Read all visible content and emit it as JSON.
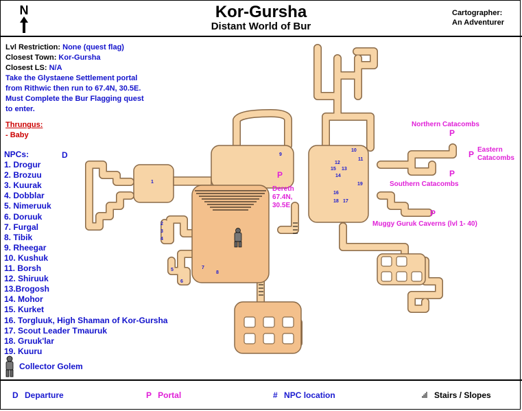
{
  "header": {
    "title": "Kor-Gursha",
    "subtitle": "Distant World of Bur",
    "north_label": "N",
    "cartographer_label": "Cartographer:",
    "cartographer_name": "An Adventurer"
  },
  "info": {
    "lvl_label": "Lvl Restriction:",
    "lvl_value": "None (quest flag)",
    "town_label": "Closest Town:",
    "town_value": "Kor-Gursha",
    "ls_label": "Closest LS:",
    "ls_value": "N/A",
    "directions": [
      "Take the Glystaene Settlement portal",
      "from Rithwic then run to 67.4N, 30.5E.",
      "Must Complete the Bur Flagging quest",
      "to enter."
    ]
  },
  "thrungus": {
    "heading": "Thrungus:",
    "item": "- Baby"
  },
  "npcs": {
    "heading": "NPCs:",
    "list": [
      "1. Drogur",
      "2. Brozuu",
      "3. Kuurak",
      "4. Dobblar",
      "5. Nimeruuk",
      "6. Doruuk",
      "7. Furgal",
      "8. Tibik",
      "9. Rheegar",
      "10. Kushuk",
      "11. Borsh",
      "12. Shiruuk",
      "13.Brogosh",
      "14. Mohor",
      "15. Kurket",
      "16. Torgluuk, High Shaman of Kor-Gursha",
      "17. Scout Leader Tmauruk",
      "18. Gruuk'lar",
      "19. Kuuru"
    ],
    "golem": "Collector Golem"
  },
  "map_labels": {
    "departure_marker": "D",
    "portal_marker": "P",
    "dereth_line1": "Dereth",
    "dereth_line2": "67.4N,",
    "dereth_line3": "30.5E",
    "northern_catacombs": "Northern Catacombs",
    "eastern_line1": "Eastern",
    "eastern_line2": "Catacombs",
    "southern_catacombs": "Southern Catacombs",
    "muggy": "Muggy Guruk Caverns (lvl 1- 40)"
  },
  "npc_markers": [
    "1",
    "2",
    "3",
    "4",
    "5",
    "6",
    "7",
    "8",
    "9",
    "10",
    "11",
    "12",
    "13",
    "14",
    "15",
    "16",
    "17",
    "18",
    "19"
  ],
  "legend": {
    "d_symbol": "D",
    "d_text": "Departure",
    "p_symbol": "P",
    "p_text": "Portal",
    "n_symbol": "#",
    "n_text": "NPC location",
    "s_text": "Stairs / Slopes"
  },
  "colors": {
    "floor": "#f7d4a6",
    "floor_dark": "#f3c08c",
    "outline": "#8a6a48",
    "npc_blue": "#1a1ad0",
    "portal_magenta": "#e020d8",
    "thrungus_red": "#cc0000"
  }
}
